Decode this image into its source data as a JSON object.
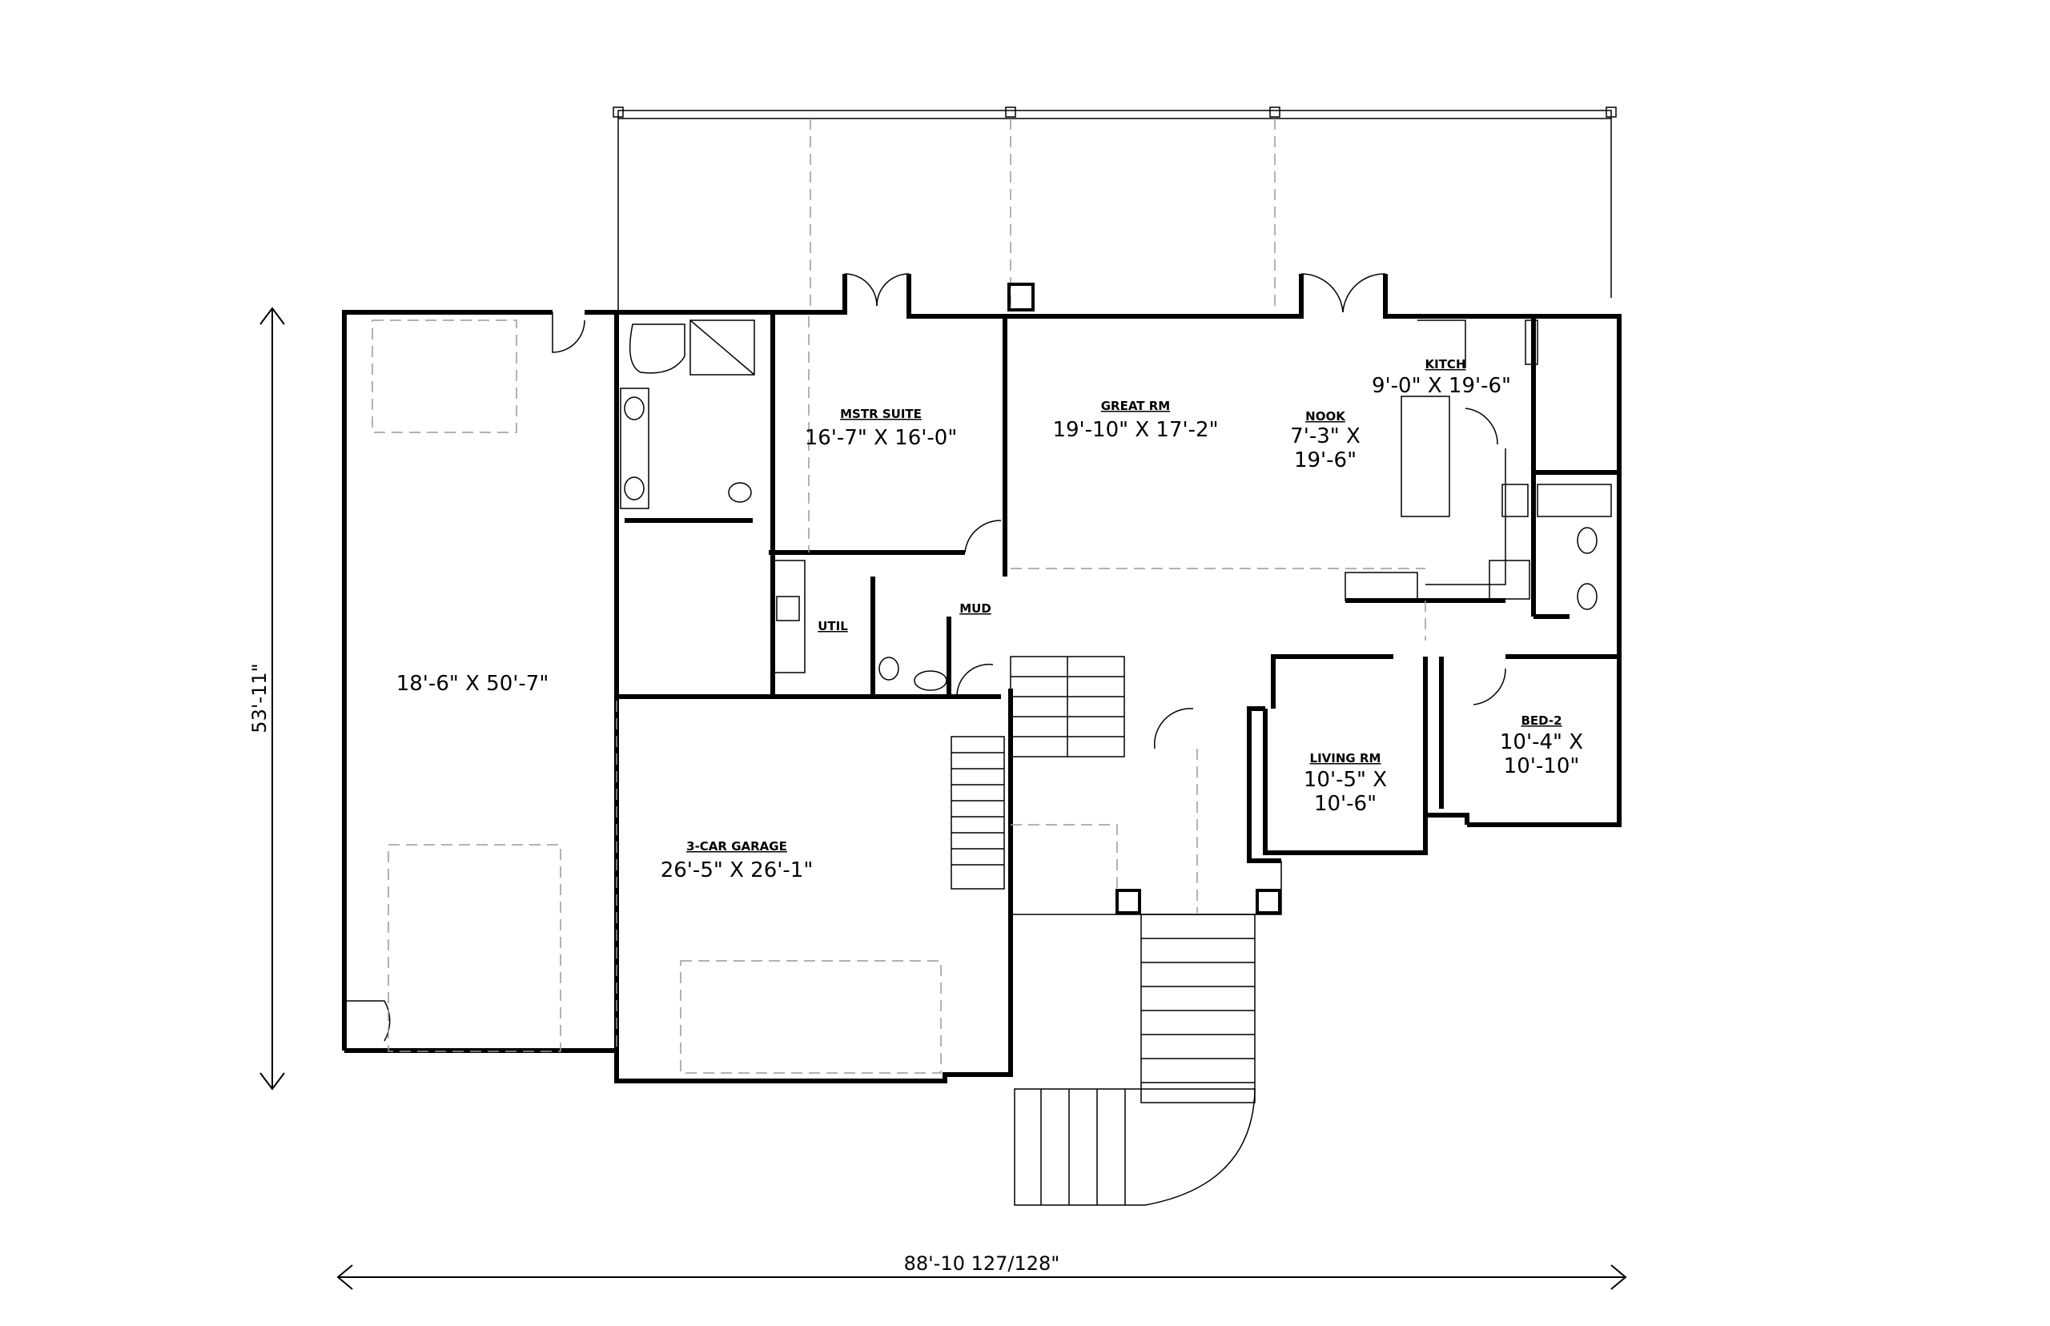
{
  "rooms": {
    "mstr_suite": {
      "title": "MSTR SUITE",
      "dims": "16'-7\" X 16'-0\""
    },
    "great_rm": {
      "title": "GREAT RM",
      "dims": "19'-10\" X 17'-2\""
    },
    "kitch": {
      "title": "KITCH",
      "dims": "9'-0\" X 19'-6\""
    },
    "nook": {
      "title": "NOOK",
      "dims_line1": "7'-3\" X",
      "dims_line2": "19'-6\""
    },
    "util": {
      "title": "UTIL"
    },
    "mud": {
      "title": "MUD"
    },
    "rv_garage": {
      "dims": "18'-6\" X 50'-7\""
    },
    "garage": {
      "title": "3-CAR GARAGE",
      "dims": "26'-5\" X 26'-1\""
    },
    "living_rm": {
      "title": "LIVING RM",
      "dims_line1": "10'-5\" X",
      "dims_line2": "10'-6\""
    },
    "bed2": {
      "title": "BED-2",
      "dims_line1": "10'-4\" X",
      "dims_line2": "10'-10\""
    }
  },
  "overall_dims": {
    "depth": "53'-11\"",
    "width": "88'-10 127/128\""
  }
}
